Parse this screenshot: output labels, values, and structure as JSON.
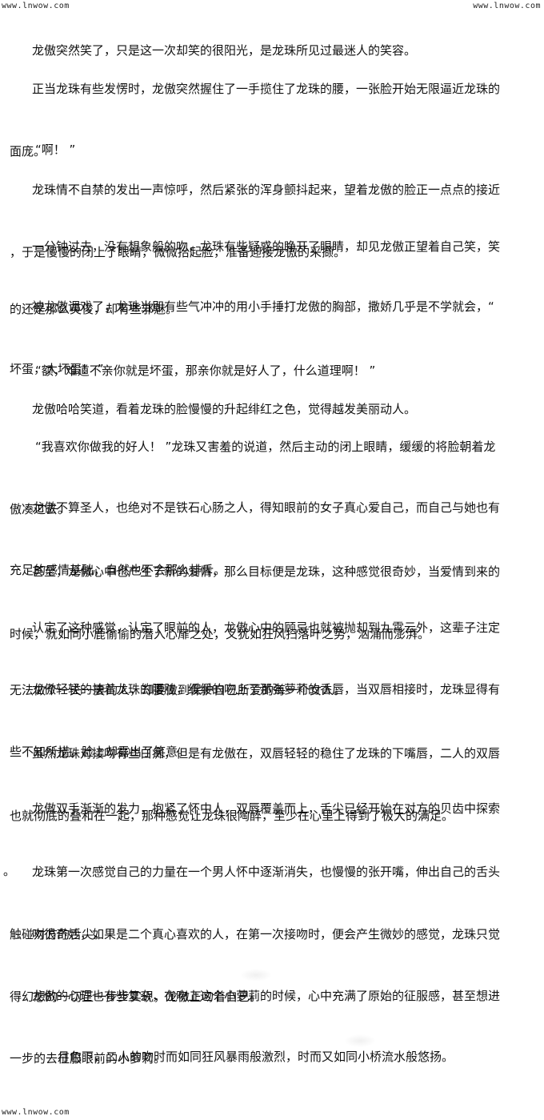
{
  "watermarks": {
    "top_left": "www.lnwow.com",
    "top_right": "www.lnwow.com",
    "bottom_left": "www.lnwow.com"
  },
  "paragraphs": [
    {
      "lines": [
        "龙傲突然笑了，只是这一次却笑的很阳光，是龙珠所见过最迷人的笑容。"
      ]
    },
    {
      "lines": [
        "正当龙珠有些发愣时，龙傲突然握住了一手揽住了龙珠的腰，一张脸开始无限逼近龙珠的",
        "面庞。"
      ]
    },
    {
      "lines": [
        "“啊！ ”"
      ]
    },
    {
      "lines": [
        "龙珠情不自禁的发出一声惊呼，然后紧张的浑身颤抖起来，望着龙傲的脸正一点点的接近",
        "，于是慢慢的闭上了眼睛，微微抬起脸，准备迎接龙傲的采撷。"
      ]
    },
    {
      "lines": [
        "一分钟过去，没有想象般的吻，龙珠有些疑惑的睁开了眼睛，却见龙傲正望着自己笑，笑",
        "的还是那么英俊，却有些邪魅。"
      ]
    },
    {
      "lines": [
        "被龙傲调戏了，龙珠当即有些气冲冲的用小手捶打龙傲的胸部，撒娇几乎是不学就会，“",
        "坏蛋，大坏蛋！ ”"
      ]
    },
    {
      "lines": [
        "“额，难道不亲你就是坏蛋，那亲你就是好人了，什么道理啊！ ”"
      ]
    },
    {
      "lines": [
        "龙傲哈哈笑道，看着龙珠的脸慢慢的升起绯红之色，觉得越发美丽动人。"
      ]
    },
    {
      "lines": [
        "“我喜欢你做我的好人！ ”龙珠又害羞的说道，然后主动的闭上眼睛，缓缓的将脸朝着龙",
        "傲凑过去。"
      ]
    },
    {
      "lines": [
        "龙傲不算圣人，也绝对不是铁石心肠之人，得知眼前的女子真心爱自己，而自己与她也有",
        "充足的感情基础，自然也不会那么排斥。"
      ]
    },
    {
      "lines": [
        "甚至，龙傲心中也产生了新的爱情，那么目标便是龙珠，这种感觉很奇妙，当爱情到来的",
        "时候，就如同小鹿偷偷的潜入心扉之处，又犹如狂风扫落叶之势，汹涌而澎湃。"
      ]
    },
    {
      "lines": [
        "认定了这种感觉，认定了眼前的人，龙傲心中的顾忌也就被抛却到九霄云外，这辈子注定",
        "无法做个一夫一妻的人，却要做到保护自己所爱的每一个女人。"
      ]
    },
    {
      "lines": [
        "龙傲轻轻的扶着龙珠的腰肢，缓缓的吻上了那张萝莉的香唇，当双唇相接时，龙珠显得有",
        "些不知所措，脸上却露出了笑意。"
      ]
    },
    {
      "lines": [
        "虽然龙珠对接吻有些白痴，但是有龙傲在，双唇轻轻的稳住了龙珠的下嘴唇，二人的双唇",
        "也就彻底的叠和在一起，那种感觉让龙珠很陶醉，至少在心里上得到了极大的满足。"
      ]
    },
    {
      "lines": [
        "龙傲双手渐渐的发力，抱紧了怀中人，双唇覆盖而上，舌尖已经开始在对方的贝齿中探索",
        "。"
      ]
    },
    {
      "lines": [
        "龙珠第一次感觉自己的力量在一个男人怀中逐渐消失，也慢慢的张开嘴，伸出自己的舌头",
        "触碰对方的舌尖。"
      ]
    },
    {
      "lines": [
        "吻很奇妙，如果是二个真心喜欢的人，在第一次接吻时，便会产生微妙的感觉，龙珠只觉",
        "得幻想的一切正一步步实现，龙傲正吻着自己。"
      ]
    },
    {
      "lines": [
        "龙傲的心理也有些复杂，在吻上这个小萝莉的时候，心中充满了原始的征服感，甚至想进",
        "一步的去征服眼前的小萝莉。"
      ]
    },
    {
      "lines": [
        "月色下，二人的吻时而如同狂风暴雨般激烈，时而又如同小桥流水般悠扬。"
      ]
    }
  ]
}
